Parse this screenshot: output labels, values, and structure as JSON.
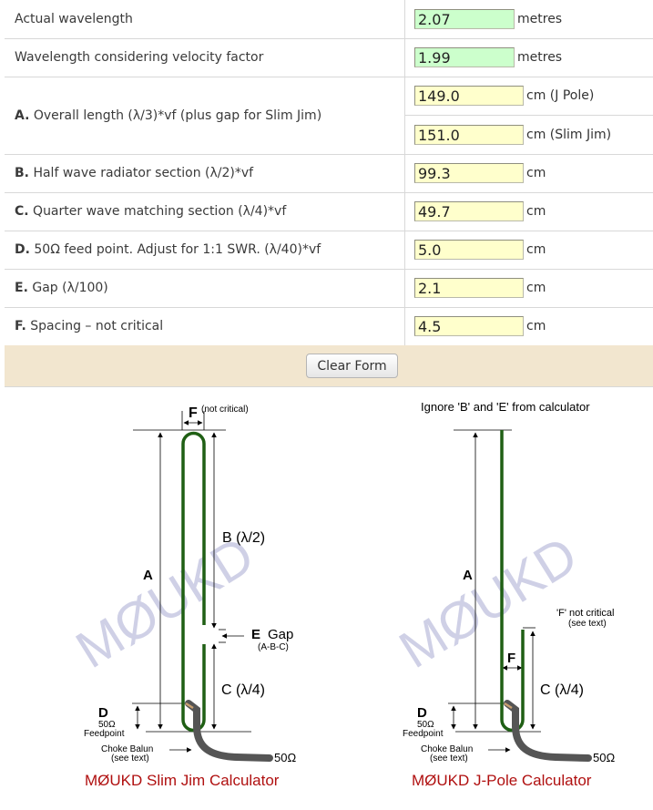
{
  "rows": [
    {
      "label_bold": "",
      "label": "Actual wavelength",
      "values": [
        {
          "value": "2.07",
          "unit": "metres",
          "color": "#ccffcc"
        }
      ]
    },
    {
      "label_bold": "",
      "label": "Wavelength considering velocity factor",
      "values": [
        {
          "value": "1.99",
          "unit": "metres",
          "color": "#ccffcc"
        }
      ]
    },
    {
      "label_bold": "A.",
      "label": " Overall length (λ/3)*vf (plus gap for Slim Jim)",
      "values": [
        {
          "value": "149.0",
          "unit": "cm (J Pole)",
          "color": "#ffffcc"
        },
        {
          "value": "151.0",
          "unit": "cm (Slim Jim)",
          "color": "#ffffcc"
        }
      ]
    },
    {
      "label_bold": "B.",
      "label": " Half wave radiator section (λ/2)*vf",
      "values": [
        {
          "value": "99.3",
          "unit": "cm",
          "color": "#ffffcc"
        }
      ]
    },
    {
      "label_bold": "C.",
      "label": " Quarter wave matching section (λ/4)*vf",
      "values": [
        {
          "value": "49.7",
          "unit": "cm",
          "color": "#ffffcc"
        }
      ]
    },
    {
      "label_bold": "D.",
      "label": " 50Ω feed point. Adjust for 1:1 SWR. (λ/40)*vf",
      "values": [
        {
          "value": "5.0",
          "unit": "cm",
          "color": "#ffffcc"
        }
      ]
    },
    {
      "label_bold": "E.",
      "label": " Gap (λ/100)",
      "values": [
        {
          "value": "2.1",
          "unit": "cm",
          "color": "#ffffcc"
        }
      ]
    },
    {
      "label_bold": "F.",
      "label": " Spacing – not critical",
      "values": [
        {
          "value": "4.5",
          "unit": "cm",
          "color": "#ffffcc"
        }
      ]
    }
  ],
  "clear_button": "Clear Form",
  "slim": {
    "F": "F",
    "F_note": "(not critical)",
    "A": "A",
    "B": "B (λ/2)",
    "E": "E",
    "gap": "Gap",
    "gap_note": "(A-B-C)",
    "C": "C (λ/4)",
    "D": "D",
    "ohm50": "50Ω",
    "feedpoint": "Feedpoint",
    "choke": "Choke Balun",
    "see_text": "(see text)",
    "coax_ohm": "50Ω",
    "watermark": "MØUKD",
    "caption": "MØUKD Slim Jim Calculator"
  },
  "jpole": {
    "ignore_note": "Ignore 'B' and 'E' from calculator",
    "A": "A",
    "F_note": "'F' not critical",
    "see_text": "(see text)",
    "F": "F",
    "C": "C (λ/4)",
    "D": "D",
    "ohm50": "50Ω",
    "feedpoint": "Feedpoint",
    "choke": "Choke Balun",
    "choke_see": "(see text)",
    "coax_ohm": "50Ω",
    "watermark": "MØUKD",
    "caption": "MØUKD J-Pole Calculator"
  },
  "colors": {
    "antenna": "#2a6e1a",
    "caption": "#b01010",
    "green_field": "#ccffcc",
    "yellow_field": "#ffffcc",
    "form_bar": "#f2e6cf"
  }
}
